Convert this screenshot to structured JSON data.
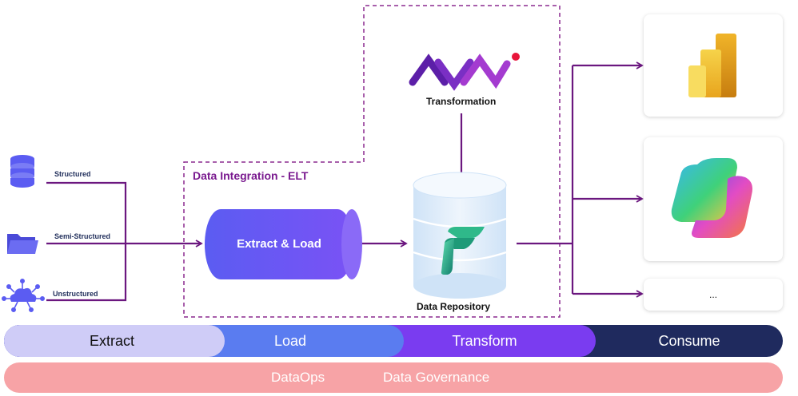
{
  "sources": {
    "structured_label": "Structured",
    "semi_structured_label": "Semi-Structured",
    "unstructured_label": "Unstructured"
  },
  "integration": {
    "title": "Data Integration - ELT",
    "extract_load_label": "Extract & Load"
  },
  "transformation_label": "Transformation",
  "repository_label": "Data Repository",
  "consumers": {
    "third_label": "..."
  },
  "stages": {
    "extract": "Extract",
    "load": "Load",
    "transform": "Transform",
    "consume": "Consume"
  },
  "governance": {
    "dataops": "DataOps",
    "data_governance": "Data Governance"
  },
  "colors": {
    "connector": "#6b177f",
    "dashed_border": "#8b2a8f",
    "stage_extract": "#cfccf7",
    "stage_load": "#5a7cf0",
    "stage_transform": "#7a3cf0",
    "stage_consume": "#1f2a5e",
    "governance": "#f7a3a6"
  }
}
